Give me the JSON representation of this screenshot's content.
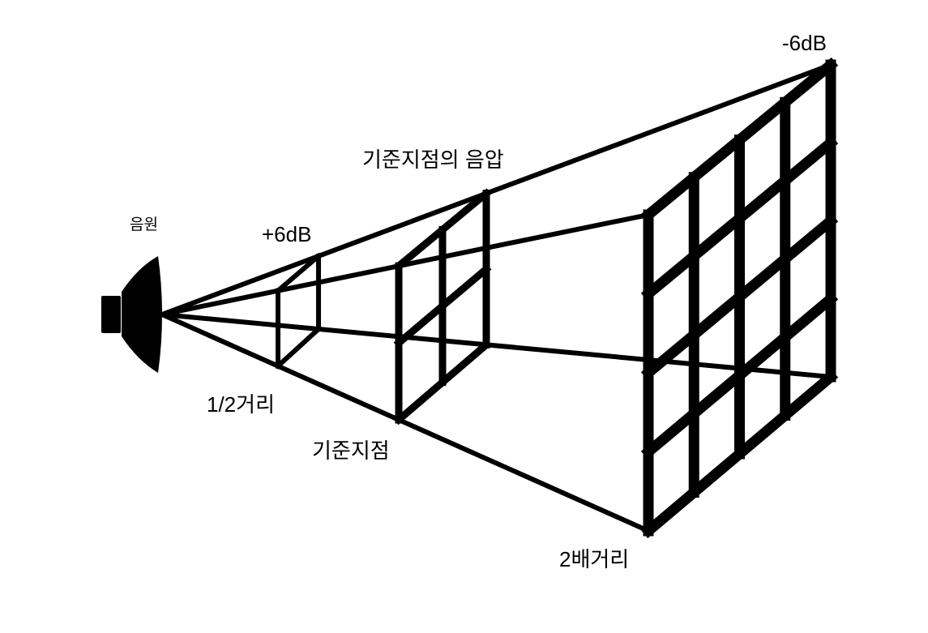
{
  "labels": {
    "source": "음원",
    "half_distance_gain": "+6dB",
    "half_distance": "1/2거리",
    "reference_point": "기준지점",
    "reference_pressure": "기준지점의 음압",
    "double_distance": "2배거리",
    "double_distance_gain": "-6dB"
  },
  "panels": [
    {
      "name": "half-distance",
      "grid": 1
    },
    {
      "name": "reference-point",
      "grid": 2
    },
    {
      "name": "double-distance",
      "grid": 4
    }
  ],
  "colors": {
    "stroke": "#000000",
    "background": "#ffffff"
  }
}
